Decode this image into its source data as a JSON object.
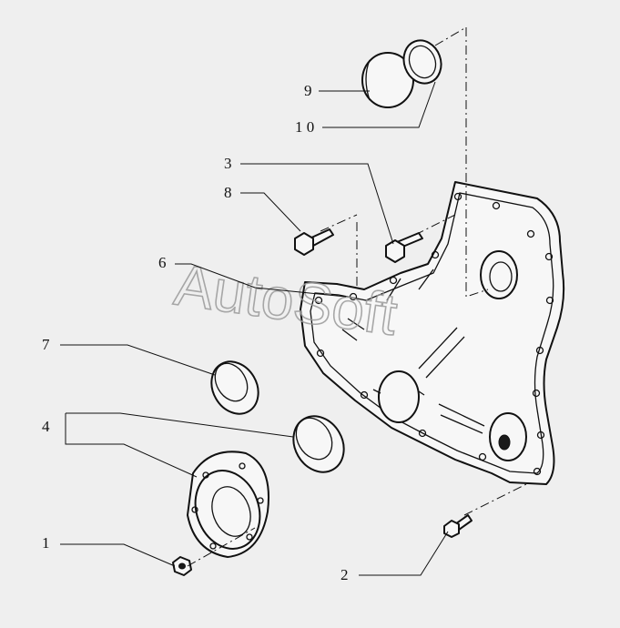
{
  "watermark": "AutoSoft",
  "callouts": {
    "c1": "1",
    "c2": "2",
    "c3": "3",
    "c4": "4",
    "c6": "6",
    "c7": "7",
    "c8": "8",
    "c9": "9",
    "c10": "1 0"
  },
  "colors": {
    "background": "#efefef",
    "ink": "#111111"
  }
}
